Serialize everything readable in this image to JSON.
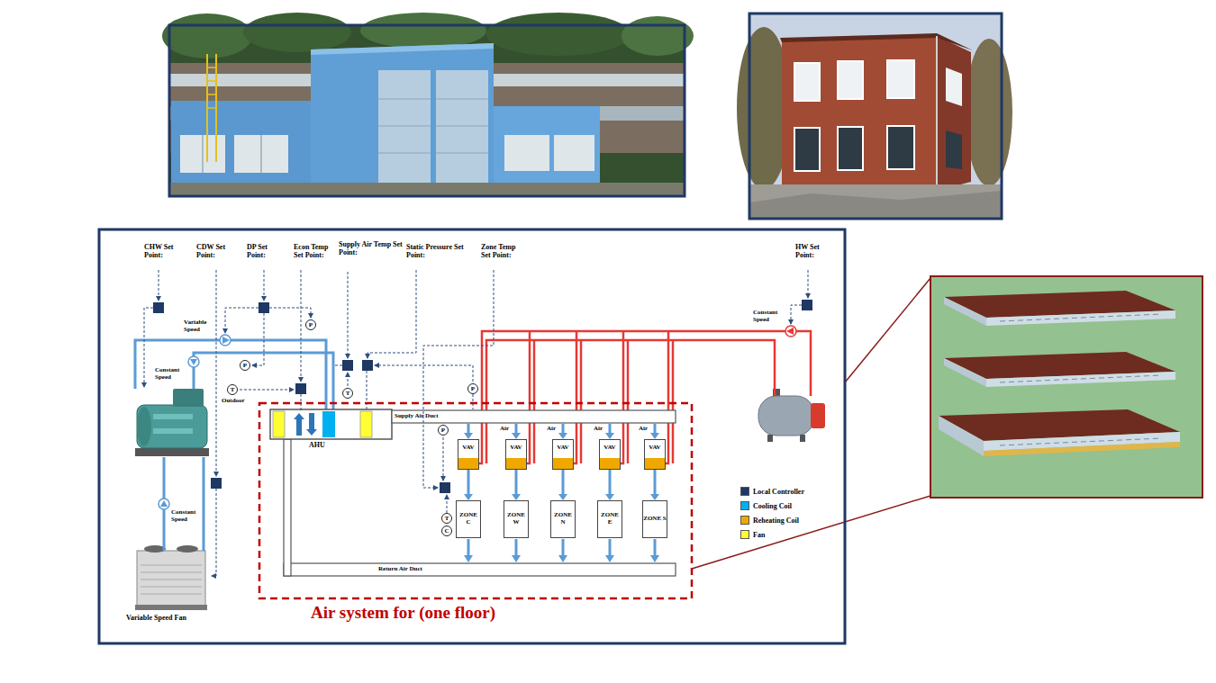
{
  "diagram": {
    "nodes": [
      {
        "text": [
          "P"
        ]
      },
      {
        "text": [
          "P"
        ]
      },
      {
        "text": [
          "T"
        ]
      },
      {
        "text": [
          "T"
        ]
      },
      {
        "text": [
          "P"
        ]
      },
      {
        "text": [
          "P"
        ]
      },
      {
        "text": [
          "VAV"
        ]
      },
      {
        "text": [
          "VAV"
        ]
      },
      {
        "text": [
          "VAV"
        ]
      },
      {
        "text": [
          "VAV"
        ]
      },
      {
        "text": [
          "VAV"
        ]
      },
      {
        "text": [
          "ZONE C"
        ]
      },
      {
        "text": [
          "ZONE W"
        ]
      },
      {
        "text": [
          "ZONE N"
        ]
      },
      {
        "text": [
          "ZONE E"
        ]
      },
      {
        "text": [
          "ZONE S"
        ]
      },
      {
        "text": [
          "T"
        ]
      },
      {
        "text": [
          "C"
        ]
      }
    ],
    "edges": [
      {
        "from": 6,
        "to": 11,
        "arrow": "to"
      },
      {
        "from": 7,
        "to": 12,
        "arrow": "to"
      },
      {
        "from": 8,
        "to": 13,
        "arrow": "to"
      },
      {
        "from": 9,
        "to": 14,
        "arrow": "to"
      },
      {
        "from": 10,
        "to": 15,
        "arrow": "to"
      }
    ],
    "labels": [
      "CHW Set Point:",
      "CDW Set Point:",
      "DP Set Point:",
      "Econ Temp Set Point:",
      "Supply Air Temp Set Point:",
      "Static Pressure Set Point:",
      "Zone Temp Set Point:",
      "HW Set Point:",
      "Variable Speed",
      "Constant Speed",
      "Constant Speed",
      "Outdoor",
      "AHU",
      "Supply Air Duct",
      "Air",
      "Air",
      "Air",
      "Air",
      "Constant Speed",
      "Variable Speed Fan",
      "Return Air Duct",
      "Air system for (one floor)"
    ],
    "legend": [
      {
        "text": "Local Controller",
        "color": "#1f3864"
      },
      {
        "text": "Cooling Coil",
        "color": "#00b0f0"
      },
      {
        "text": "Reheating Coil",
        "color": "#f0a800"
      },
      {
        "text": "Fan",
        "color": "#ffff33"
      }
    ]
  }
}
